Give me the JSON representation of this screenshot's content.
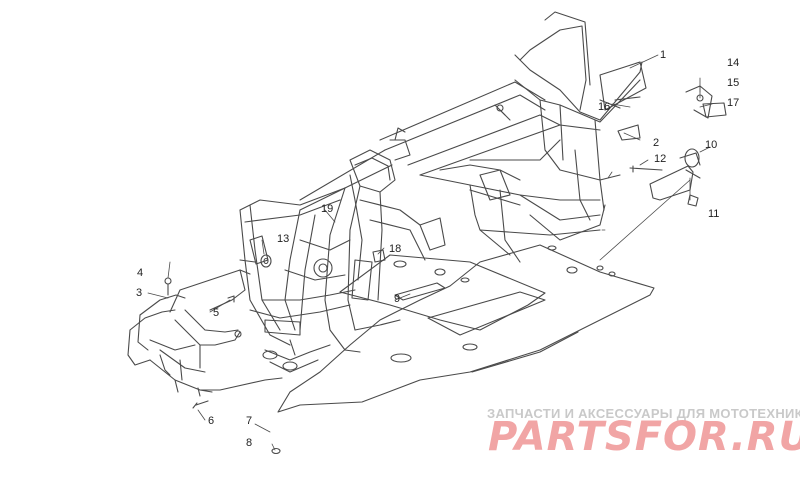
{
  "diagram": {
    "callouts": {
      "c1": "1",
      "c2": "2",
      "c3": "3",
      "c4": "4",
      "c5": "5",
      "c6": "6",
      "c7": "7",
      "c8": "8",
      "c9": "9",
      "c10": "10",
      "c11": "11",
      "c12": "12",
      "c13": "13",
      "c14": "14",
      "c15": "15",
      "c16": "16",
      "c17": "17",
      "c18": "18",
      "c19": "19"
    }
  },
  "watermark": {
    "tagline": "ЗАПЧАСТИ И АКСЕССУАРЫ ДЛЯ МОТОТЕХНИКИ",
    "logo": "PARTSFOR.RU"
  },
  "colors": {
    "line": "#4a4a4a",
    "watermark_text": "#c9c9c9",
    "watermark_logo": "#f1a5a5"
  }
}
